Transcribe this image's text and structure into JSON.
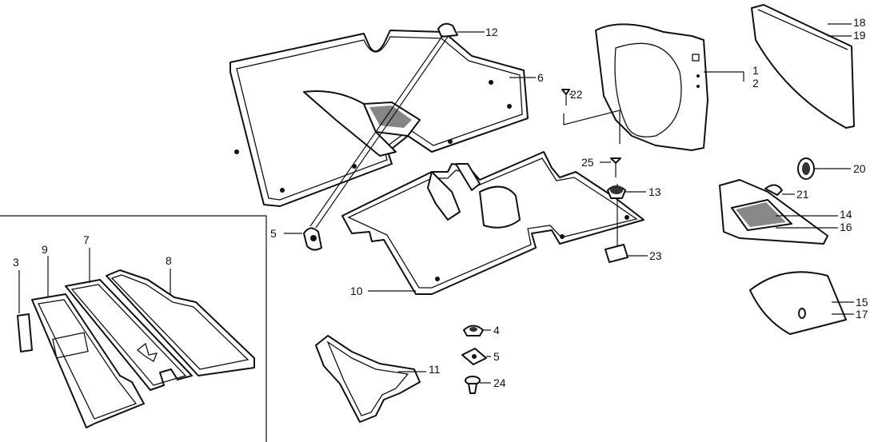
{
  "diagram": {
    "type": "parts-exploded-view",
    "callouts": [
      "12",
      "6",
      "1",
      "2",
      "18",
      "19",
      "22",
      "25",
      "13",
      "20",
      "21",
      "14",
      "16",
      "5",
      "23",
      "10",
      "15",
      "17",
      "4",
      "5",
      "11",
      "24",
      "3",
      "9",
      "7",
      "8"
    ]
  }
}
